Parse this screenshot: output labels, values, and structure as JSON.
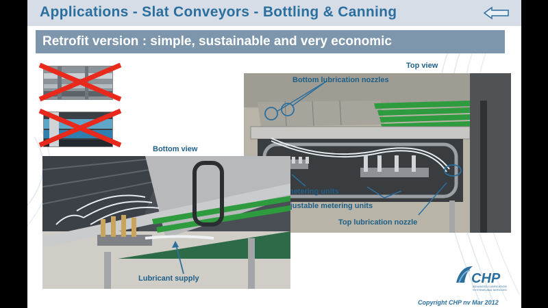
{
  "slide": {
    "title": "Applications  -  Slat Conveyors  -  Bottling & Canning",
    "subtitle": "Retrofit version : simple, sustainable and very economic",
    "back_icon": "back-arrow-icon"
  },
  "labels": {
    "top_view": "Top view",
    "bottom_view": "Bottom view"
  },
  "annotations": {
    "bottom_nozzles": "Bottom lubrication nozzles",
    "fixed_units": "Fixed metering units",
    "adjustable_units": "Adjustable metering units",
    "top_nozzle": "Top lubrication nozzle",
    "lubricant_supply": "Lubricant supply"
  },
  "logo": {
    "name": "CHP",
    "tagline_1": "ADVANCED LUBRICATION",
    "tagline_2": "SYSTEMS AND SERVICES"
  },
  "footer": {
    "copyright": "Copyright   CHP nv   Mar 2012"
  },
  "colors": {
    "title": "#2a6f9e",
    "subtitle_bg": "#7d96ab",
    "annotation": "#1e5f87",
    "cross": "#e8291c",
    "belt_green": "#2e9b3e"
  }
}
